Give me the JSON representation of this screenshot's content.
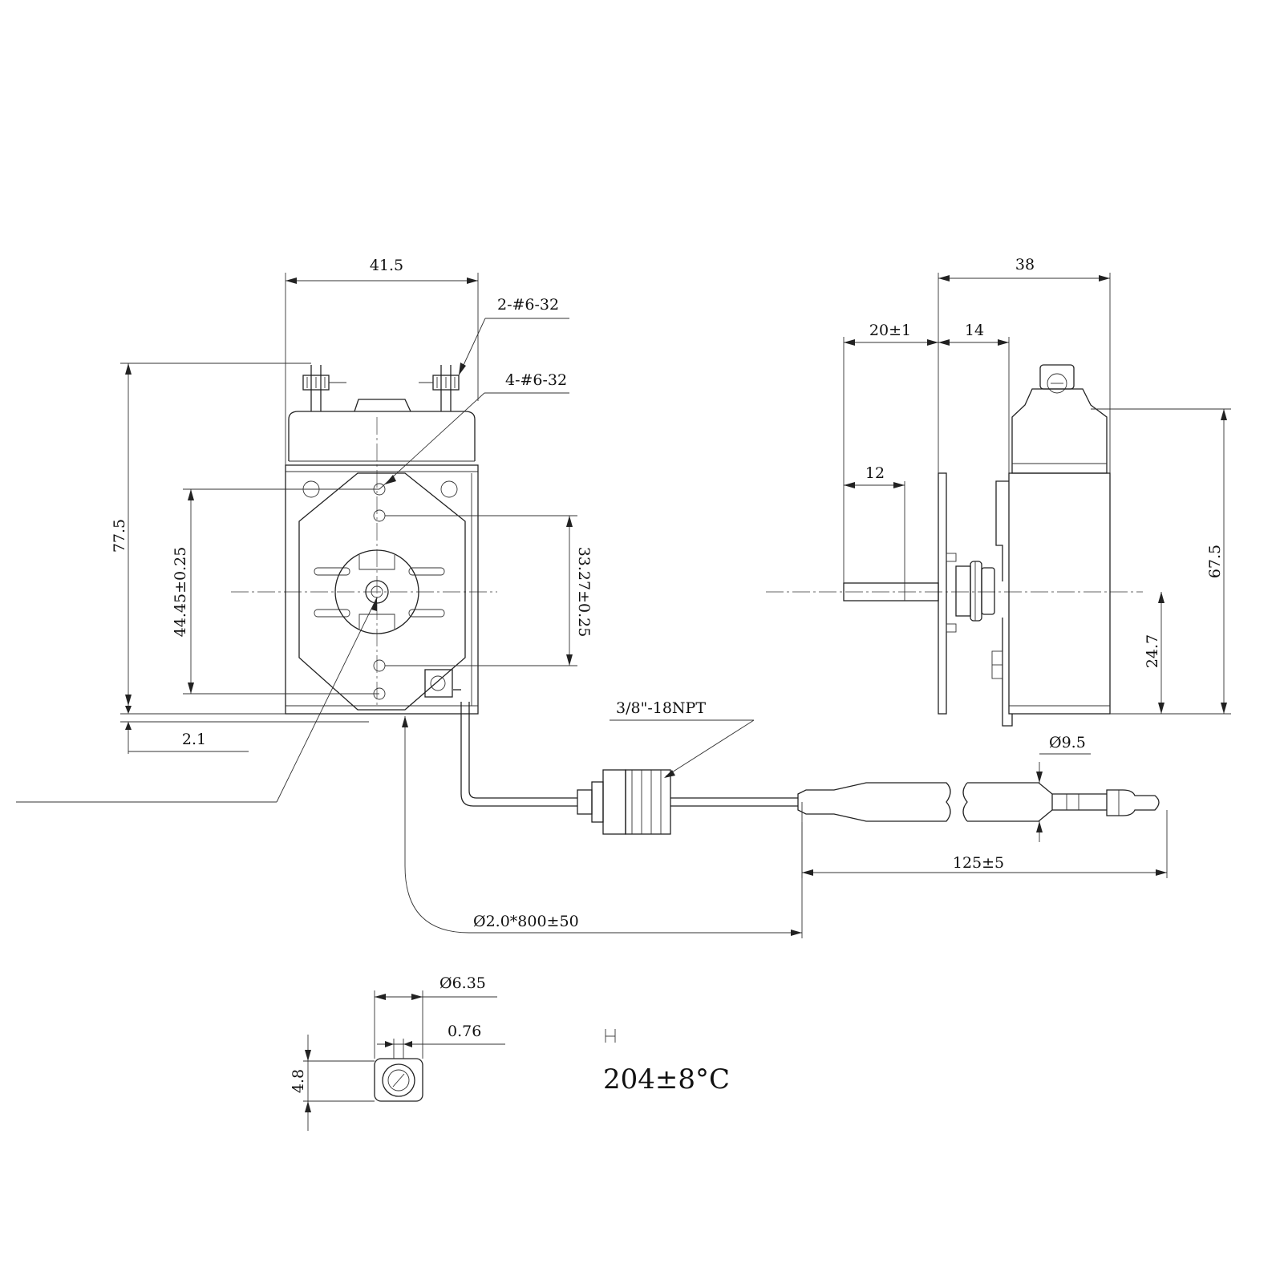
{
  "dimensions": {
    "front_width": "41.5",
    "terminal_screws": "2-#6-32",
    "mount_holes": "4-#6-32",
    "overall_height": "77.5",
    "hole_spacing_outer": "44.45±0.25",
    "hole_spacing_inner": "33.27±0.25",
    "bottom_offset": "2.1",
    "thread_spec": "3/8\"-18NPT",
    "side_width": "38",
    "shaft_length": "20±1",
    "body_offset": "14",
    "shaft_flat": "12",
    "side_height": "67.5",
    "axis_height": "24.7",
    "bulb_diameter": "Ø9.5",
    "bulb_length": "125±5",
    "capillary": "Ø2.0*800±50",
    "shaft_diameter": "Ø6.35",
    "flat_depth": "0.76",
    "flat_width": "4.8"
  },
  "temperature_rating": "204±8°C"
}
